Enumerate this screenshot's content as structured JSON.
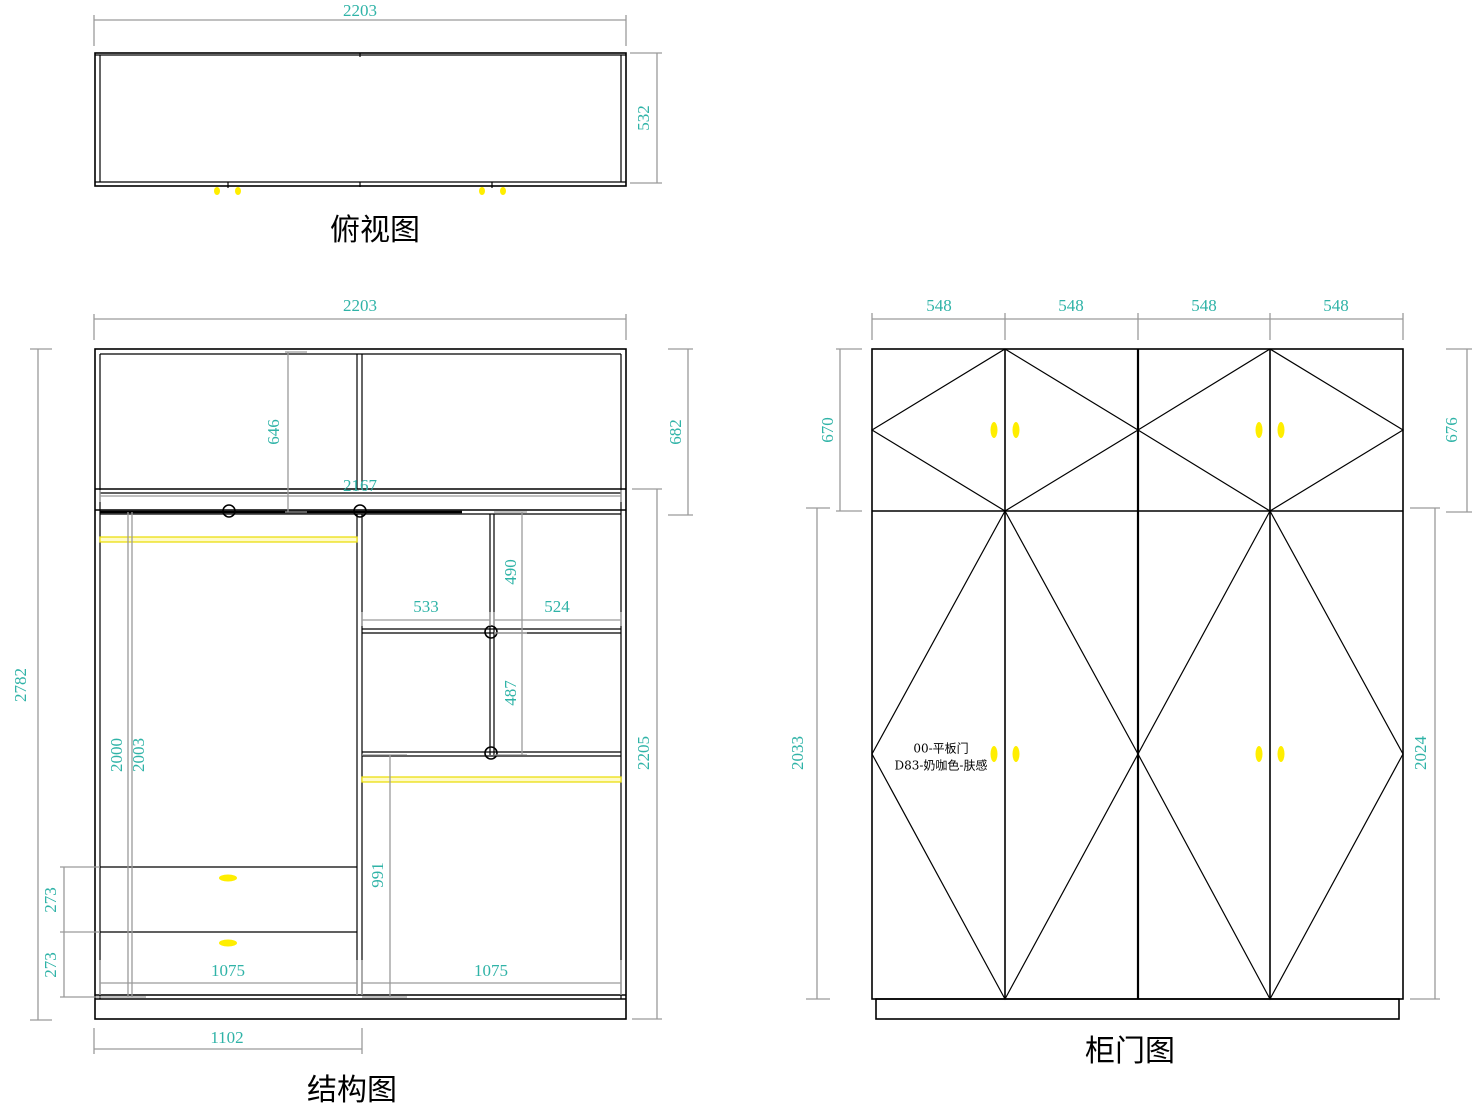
{
  "colors": {
    "dimension_text": "#2fb3a7",
    "dimension_line": "#9a9a9a",
    "outline": "#000000",
    "handle": "#ffee00"
  },
  "top_view": {
    "title": "俯视图",
    "width_dim": "2203",
    "depth_dim": "532"
  },
  "structure_view": {
    "title": "结构图",
    "dims": {
      "overall_width": "2203",
      "overall_height": "2782",
      "top_section_height": "682",
      "lower_section_height": "2205",
      "top_compartment_height": "646",
      "rail_length": "2167",
      "upper_shelf_gap": "490",
      "shelf_left_width": "533",
      "shelf_right_width": "524",
      "lower_shelf_gap": "487",
      "hanging_height_a": "2000",
      "hanging_height_b": "2003",
      "lower_hanging_height": "991",
      "drawer_upper_height": "273",
      "drawer_lower_height": "273",
      "left_bay_width": "1075",
      "right_bay_width": "1075",
      "half_width": "1102"
    }
  },
  "door_view": {
    "title": "柜门图",
    "door_widths": [
      "548",
      "548",
      "548",
      "548"
    ],
    "upper_door_height_left": "670",
    "upper_door_height_right": "676",
    "lower_door_height_left": "2033",
    "lower_door_height_right": "2024",
    "material_label": {
      "line1": "00-平板门",
      "line2": "D83-奶咖色-肤感"
    }
  }
}
